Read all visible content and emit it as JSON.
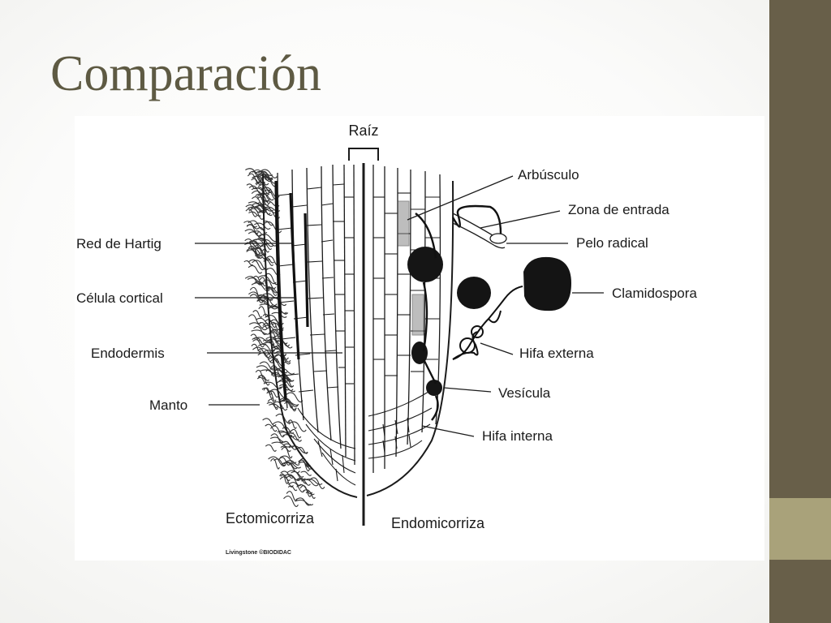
{
  "slide": {
    "title": "Comparación"
  },
  "diagram": {
    "root_label": "Raíz",
    "left_title": "Ectomicorriza",
    "right_title": "Endomicorriza",
    "credit": "Livingstone ©BIODIDAC",
    "left_labels": [
      "Red de Hartig",
      "Célula cortical",
      "Endodermis",
      "Manto"
    ],
    "right_labels": [
      "Arbúsculo",
      "Zona de entrada",
      "Pelo radical",
      "Clamidospora",
      "Hifa externa",
      "Vesícula",
      "Hifa interna"
    ]
  },
  "colors": {
    "title": "#5e5a43",
    "side_bar": "#685f49",
    "side_accent": "#a9a27a",
    "ink": "#1b1b1b"
  }
}
